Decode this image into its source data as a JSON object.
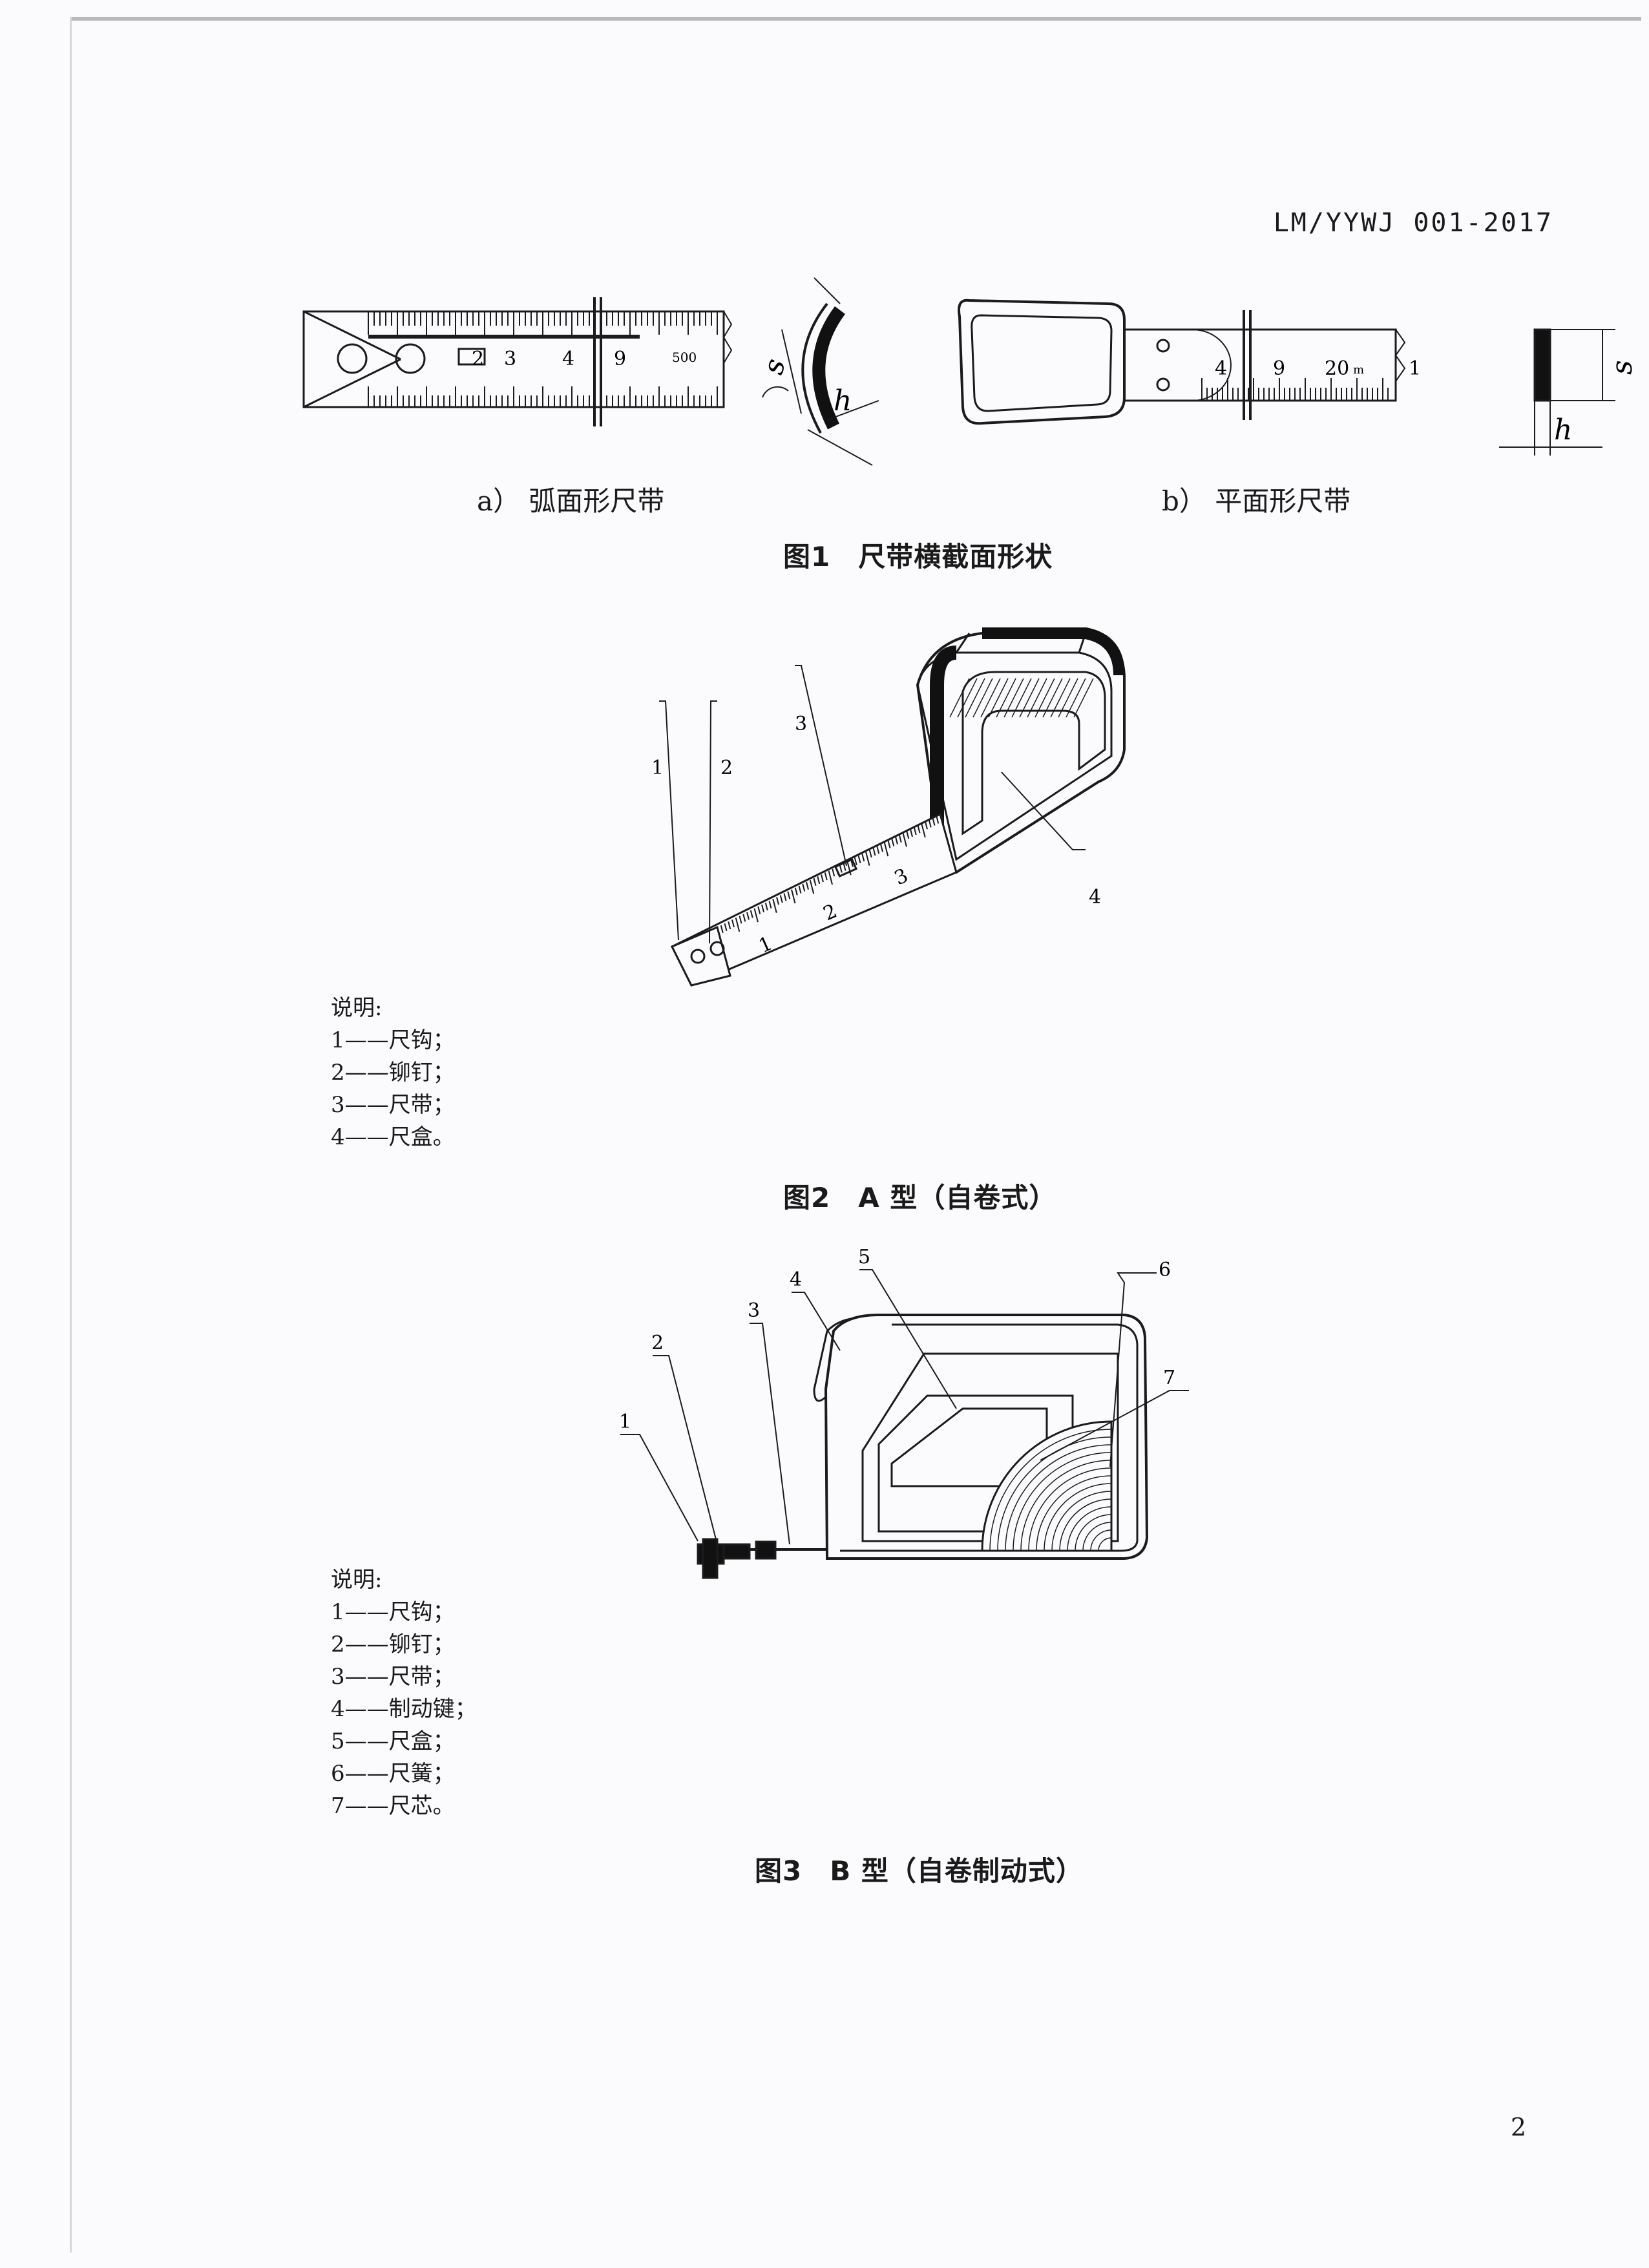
{
  "header": {
    "standard_code": "LM/YYWJ 001-2017"
  },
  "figure1": {
    "caption": "图1　尺带横截面形状",
    "sub_a": "a） 弧面形尺带",
    "sub_b": "b） 平面形尺带",
    "tape_a_marks": [
      "2",
      "3",
      "4",
      "9",
      "500"
    ],
    "tape_b_marks": [
      "4",
      "9",
      "20",
      "m",
      "1"
    ],
    "dim_s": "s",
    "dim_h": "h"
  },
  "figure2": {
    "caption": "图2　A 型（自卷式）",
    "callouts": [
      "1",
      "2",
      "3",
      "4"
    ],
    "tape_marks": [
      "1",
      "2",
      "3"
    ],
    "legend_title": "说明:",
    "legend": [
      "1——尺钩；",
      "2——铆钉；",
      "3——尺带；",
      "4——尺盒。"
    ]
  },
  "figure3": {
    "caption": "图3　B 型（自卷制动式）",
    "callouts": [
      "1",
      "2",
      "3",
      "4",
      "5",
      "6",
      "7"
    ],
    "legend_title": "说明:",
    "legend": [
      "1——尺钩；",
      "2——铆钉；",
      "3——尺带；",
      "4——制动键；",
      "5——尺盒；",
      "6——尺簧；",
      "7——尺芯。"
    ]
  },
  "page_number": "2"
}
